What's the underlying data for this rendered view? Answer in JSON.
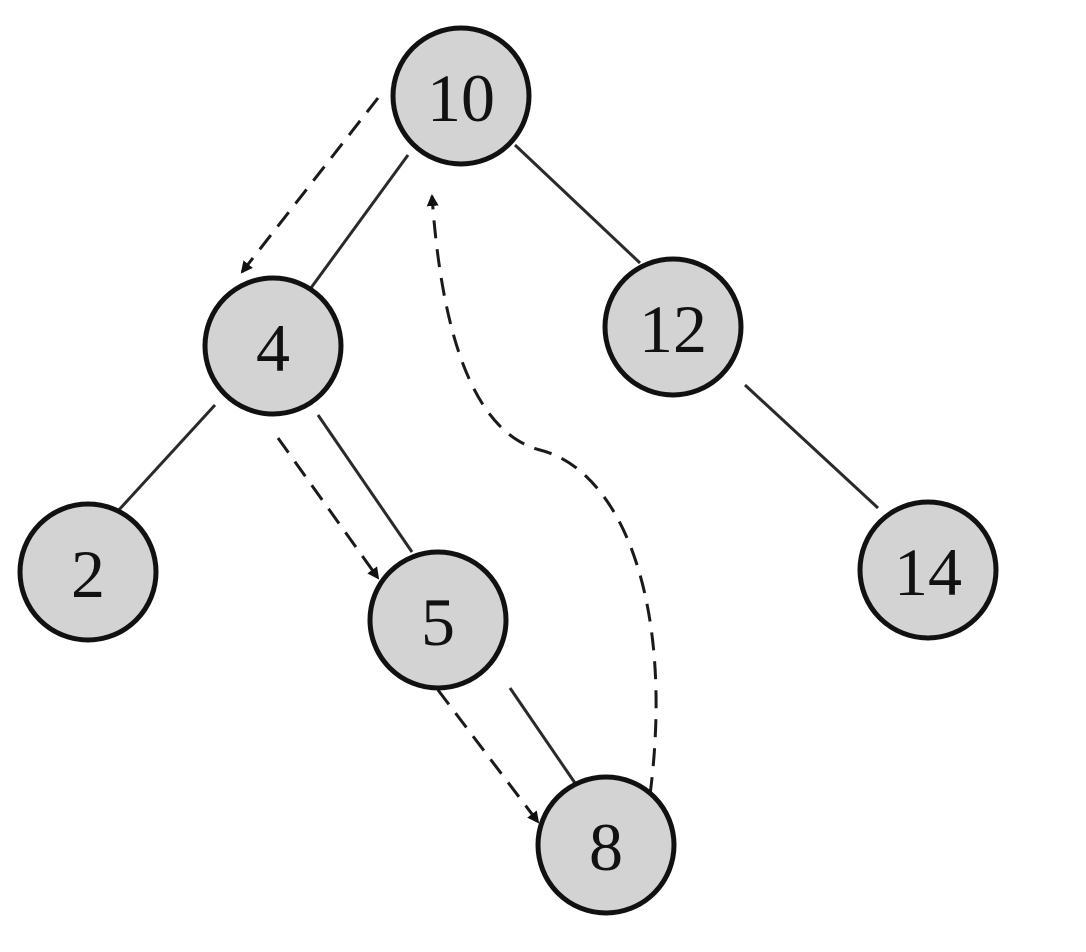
{
  "tree": {
    "nodes": [
      {
        "id": "n10",
        "label": "10"
      },
      {
        "id": "n4",
        "label": "4"
      },
      {
        "id": "n12",
        "label": "12"
      },
      {
        "id": "n2",
        "label": "2"
      },
      {
        "id": "n5",
        "label": "5"
      },
      {
        "id": "n14",
        "label": "14"
      },
      {
        "id": "n8",
        "label": "8"
      }
    ],
    "edges": [
      {
        "from": "n10",
        "to": "n4"
      },
      {
        "from": "n10",
        "to": "n12"
      },
      {
        "from": "n4",
        "to": "n2"
      },
      {
        "from": "n4",
        "to": "n5"
      },
      {
        "from": "n12",
        "to": "n14"
      },
      {
        "from": "n5",
        "to": "n8"
      }
    ],
    "traversal_path": [
      {
        "from": "n10",
        "to": "n4"
      },
      {
        "from": "n4",
        "to": "n5"
      },
      {
        "from": "n5",
        "to": "n8"
      },
      {
        "from": "n8",
        "to": "n10"
      }
    ]
  },
  "colors": {
    "node_fill": "#d3d3d3",
    "node_stroke": "#111111",
    "edge": "#2a2a2a",
    "traversal": "#1a1a1a"
  }
}
